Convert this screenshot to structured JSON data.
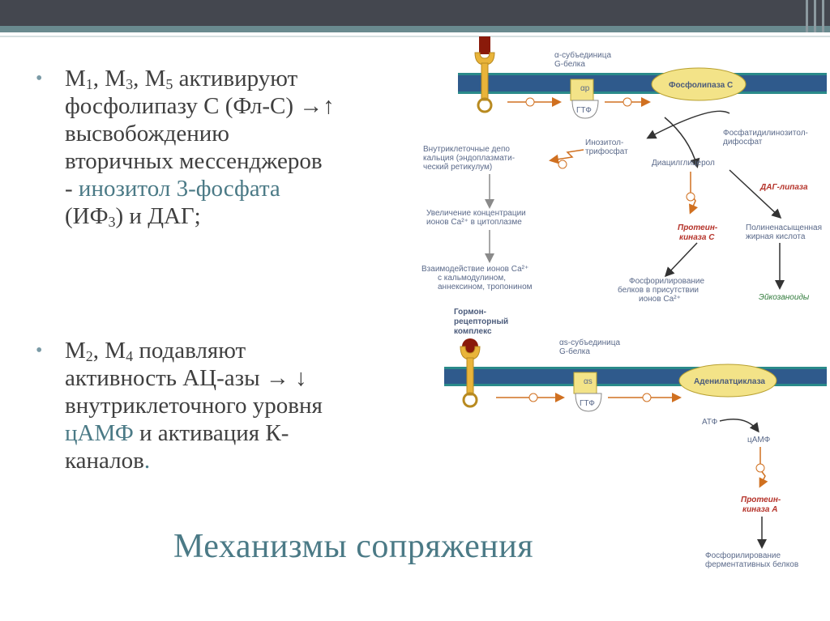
{
  "bullets": {
    "m1": {
      "line1": [
        "M",
        "1",
        ", M",
        "3",
        ", M",
        "5",
        " активируют"
      ],
      "line2": "фосфолипазу С (Фл-С) →↑",
      "line3": "высвобождению",
      "line4": "вторичных мессенджеров",
      "line5a": "- ",
      "line5b": "инозитол 3-фосфата",
      "line6a": "(ИФ",
      "line6b": "3",
      "line6c": ") и ДАГ;"
    },
    "m2": {
      "line1a": "M",
      "line1b": "2",
      "line1c": ", M",
      "line1d": "4",
      "line1e": " подавляют",
      "line2": "активность АЦ-азы → ↓",
      "line3": "внутриклеточного уровня",
      "line4a": "цАМФ",
      "line4b": " и активация К-",
      "line5a": "каналов",
      "line5b": "."
    }
  },
  "title": "Механизмы сопряжения",
  "diagram": {
    "top": {
      "alpha_subunit": [
        "α-субъединица",
        "G-белка"
      ],
      "alpha_p": "αp",
      "gtp": "ГТФ",
      "enzyme": "Фосфолипаза С",
      "ip3": [
        "Инозитол-",
        "трифосфат"
      ],
      "pip2": [
        "Фосфатидилинозитол-",
        "дифосфат"
      ],
      "depot": [
        "Внутриклеточные депо",
        "кальция (эндоплазмати-",
        "ческий ретикулум)"
      ],
      "dag": "Диацилглицерол",
      "dag_lipase": "ДАГ-липаза",
      "ca_increase": [
        "Увеличение концентрации",
        "ионов Са²⁺ в цитоплазме"
      ],
      "pkc": [
        "Протеин-",
        "киназа С"
      ],
      "pufa": [
        "Полиненасыщенная",
        "жирная кислота"
      ],
      "ca_interaction": [
        "Взаимодействие ионов Са²⁺",
        "с кальмодулином,",
        "аннексином, тропонином"
      ],
      "phospho_pkc": [
        "Фосфорилирование",
        "белков в присутствии",
        "ионов Са²⁺"
      ],
      "eicosanoids": "Эйкозаноиды"
    },
    "bottom": {
      "complex": [
        "Гормон-",
        "рецепторный",
        "комплекс"
      ],
      "alpha_subunit": [
        "αs-субъединица",
        "G-белка"
      ],
      "alpha_s": "αs",
      "gtp": "ГТФ",
      "enzyme": "Аденилатциклаза",
      "atp": "АТФ",
      "camp": "цАМФ",
      "pka": [
        "Протеин-",
        "киназа А"
      ],
      "phospho_enz": [
        "Фосфорилирование",
        "ферментативных белков"
      ]
    }
  },
  "colors": {
    "membrane": "#2f5a8c",
    "membrane_edge": "#2a8a8a",
    "enzyme_fill": "#f3e388",
    "receptor": "#e9b43a",
    "ligand": "#8a1a0a",
    "activation_arrow": "#d07020"
  }
}
